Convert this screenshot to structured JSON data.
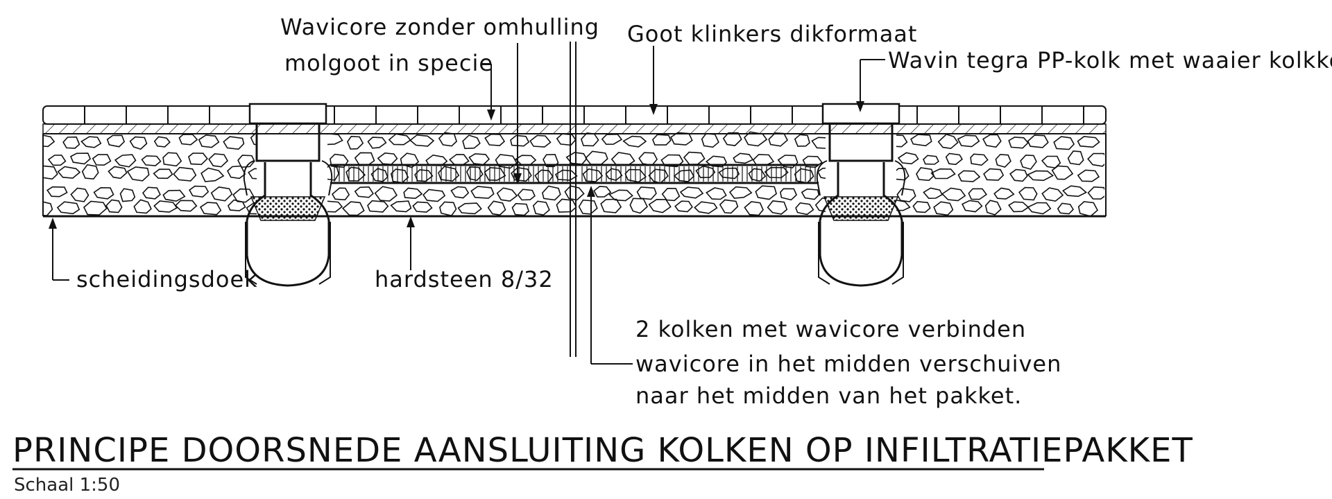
{
  "labels": {
    "wavicore_line1": "Wavicore zonder omhulling",
    "wavicore_line2": "molgoot in specie",
    "goot": "Goot klinkers dikformaat",
    "wavin": "Wavin tegra PP-kolk met waaier kolkkop",
    "scheidingsdoek": "scheidingsdoek",
    "hardsteen": "hardsteen 8/32",
    "note_line1": "2 kolken met wavicore verbinden",
    "note_line2": "wavicore in het midden verschuiven",
    "note_line3": "naar het midden van het pakket."
  },
  "title": "PRINCIPE DOORSNEDE AANSLUITING KOLKEN OP INFILTRATIEPAKKET",
  "subtitle": "Schaal 1:50"
}
